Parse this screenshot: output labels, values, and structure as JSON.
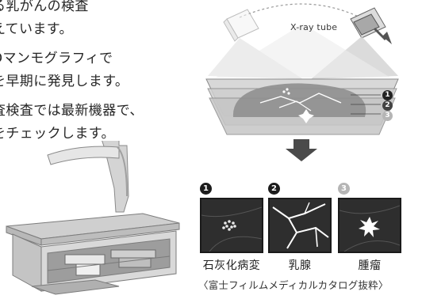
{
  "text_lines": [
    "る乳がんの検査",
    "えています。",
    "Dマンモグラフィで",
    "を早期に発見します。",
    "査検査では最新機器で、",
    "をチェックします。"
  ],
  "diagram": {
    "tube_label": "X-ray tube",
    "layer_numbers": [
      "1",
      "2",
      "3"
    ]
  },
  "panels": [
    {
      "number": "1",
      "label": "石灰化病変"
    },
    {
      "number": "2",
      "label": "乳腺"
    },
    {
      "number": "3",
      "label": "腫瘤"
    }
  ],
  "credit": "〈富士フィルムメディカルカタログ抜粋〉"
}
